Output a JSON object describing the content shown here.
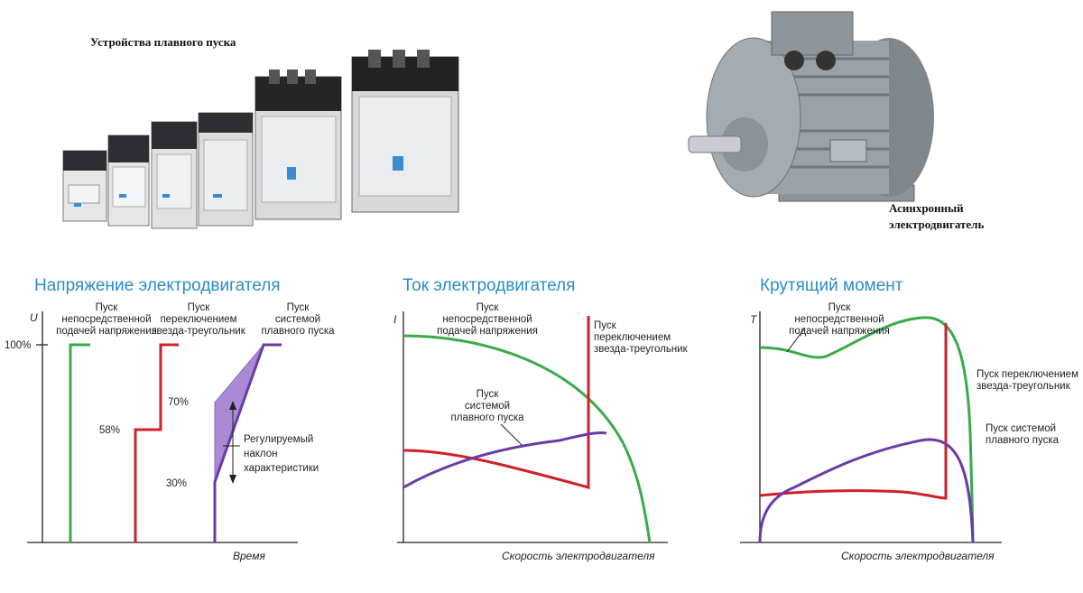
{
  "photos": {
    "soft_starters_caption": "Устройства плавного пуска",
    "motor_caption_line1": "Асинхронный",
    "motor_caption_line2": "электродвигатель"
  },
  "colors": {
    "title_blue": "#2a8dc8",
    "green": "#3aaa4a",
    "red": "#d0202a",
    "purple": "#6a3aa8",
    "band": "#a98ad4"
  },
  "voltage": {
    "title": "Напряжение электродвигателя",
    "y_axis": "U",
    "x_axis": "Время",
    "tick_100": "100%",
    "tick_58": "58%",
    "tick_70": "70%",
    "tick_30": "30%",
    "direct": [
      "Пуск",
      "непосредственной",
      "подачей напряжения"
    ],
    "star_delta": [
      "Пуск",
      "переключением",
      "звезда-треугольник"
    ],
    "soft": [
      "Пуск",
      "системой",
      "плавного пуска"
    ],
    "slope_note": [
      "Регулируемый",
      "наклон",
      "характеристики"
    ]
  },
  "current": {
    "title": "Ток электродвигателя",
    "y_axis": "I",
    "x_axis": "Скорость электродвигателя",
    "direct": [
      "Пуск",
      "непосредственной",
      "подачей напряжения"
    ],
    "star_delta": [
      "Пуск",
      "переключением",
      "звезда-треугольник"
    ],
    "soft": [
      "Пуск",
      "системой",
      "плавного пуска"
    ]
  },
  "torque": {
    "title": "Крутящий момент",
    "y_axis": "T",
    "x_axis": "Скорость электродвигателя",
    "direct": [
      "Пуск",
      "непосредственной",
      "подачей напряжения"
    ],
    "star_delta": [
      "Пуск переключением",
      "звезда-треугольник"
    ],
    "soft": [
      "Пуск системой",
      "плавного пуска"
    ]
  }
}
